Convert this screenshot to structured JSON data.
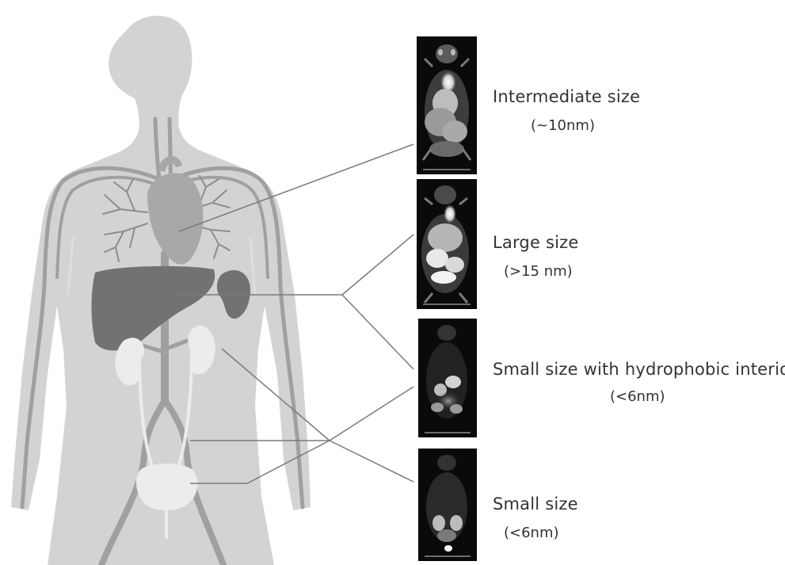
{
  "panels": [
    {
      "label": "Intermediate size",
      "size": "(~10nm)"
    },
    {
      "label": "Large size",
      "size": "(>15 nm)"
    },
    {
      "label": "Small size with hydrophobic interior",
      "size": "(<6nm)"
    },
    {
      "label": "Small size",
      "size": "(<6nm)"
    }
  ],
  "colors": {
    "body": "#d3d3d3",
    "heart": "#a8a8a8",
    "liver": "#727272",
    "spleen": "#727272",
    "vessels": "#a0a0a0",
    "kidneys": "#ececec",
    "bladder": "#ececec",
    "connector_lines": "#7a7a7a",
    "scan_background": "#0a0a0a",
    "label_text": "#333333"
  },
  "icons": {
    "scan_image": "mouse-mri-scan-image"
  }
}
